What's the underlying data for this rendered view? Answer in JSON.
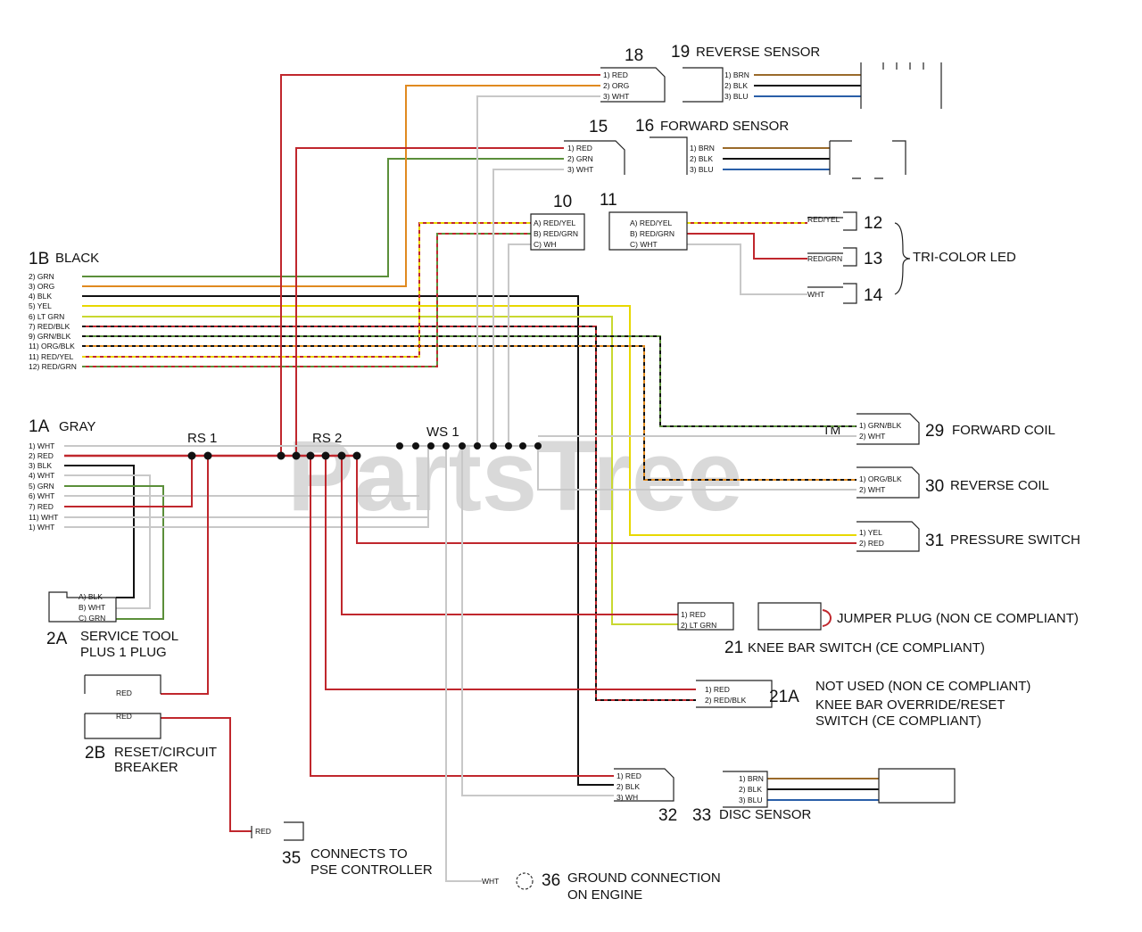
{
  "watermark": {
    "text": "PartsTree",
    "tm": "TM"
  },
  "colors": {
    "red": "#c0272d",
    "orange": "#e08a20",
    "green": "#5b8f3a",
    "black": "#111111",
    "yellow": "#e8d800",
    "white_wire": "#c8c8c8",
    "blue": "#2a5fa8",
    "brown": "#9a6a2a"
  },
  "splices": {
    "rs1": "RS 1",
    "rs2": "RS 2",
    "ws1": "WS 1"
  },
  "harness_1b": {
    "id": "1B",
    "name": "BLACK",
    "pins": [
      "2) GRN",
      "3) ORG",
      "4) BLK",
      "5) YEL",
      "6) LT GRN",
      "7) RED/BLK",
      "9) GRN/BLK",
      "11) ORG/BLK",
      "11) RED/YEL",
      "12) RED/GRN"
    ]
  },
  "harness_1a": {
    "id": "1A",
    "name": "GRAY",
    "pins": [
      "1) WHT",
      "2) RED",
      "3) BLK",
      "4) WHT",
      "5) GRN",
      "6) WHT",
      "7) RED",
      "11) WHT",
      "1) WHT"
    ]
  },
  "components": {
    "c18": {
      "num": "18",
      "pins": [
        "1) RED",
        "2) ORG",
        "3) WHT"
      ]
    },
    "c19": {
      "num": "19",
      "name": "REVERSE SENSOR",
      "pins": [
        "1) BRN",
        "2) BLK",
        "3) BLU"
      ]
    },
    "c15": {
      "num": "15",
      "pins": [
        "1) RED",
        "2) GRN",
        "3) WHT"
      ]
    },
    "c16": {
      "num": "16",
      "name": "FORWARD SENSOR",
      "pins": [
        "1) BRN",
        "2) BLK",
        "3) BLU"
      ]
    },
    "c10": {
      "num": "10",
      "pins": [
        "A) RED/YEL",
        "B) RED/GRN",
        "C) WH"
      ]
    },
    "c11": {
      "num": "11",
      "pins": [
        "A) RED/YEL",
        "B) RED/GRN",
        "C) WHT"
      ]
    },
    "c12": {
      "num": "12",
      "pin": "RED/YEL"
    },
    "c13": {
      "num": "13",
      "pin": "RED/GRN"
    },
    "c14": {
      "num": "14",
      "pin": "WHT"
    },
    "tri_color": "TRI-COLOR LED",
    "c29": {
      "num": "29",
      "name": "FORWARD COIL",
      "pins": [
        "1) GRN/BLK",
        "2) WHT"
      ]
    },
    "c30": {
      "num": "30",
      "name": "REVERSE COIL",
      "pins": [
        "1) ORG/BLK",
        "2) WHT"
      ]
    },
    "c31": {
      "num": "31",
      "name": "PRESSURE SWITCH",
      "pins": [
        "1) YEL",
        "2) RED"
      ]
    },
    "c21": {
      "num": "21",
      "name": "KNEE BAR SWITCH (CE COMPLIANT)",
      "pins": [
        "1) RED",
        "2) LT GRN"
      ]
    },
    "jumper": "JUMPER PLUG (NON CE COMPLIANT)",
    "c21a": {
      "num": "21A",
      "line1": "NOT USED (NON CE COMPLIANT)",
      "line2": "KNEE BAR OVERRIDE/RESET",
      "line3": "SWITCH (CE COMPLIANT)",
      "pins": [
        "1) RED",
        "2) RED/BLK"
      ]
    },
    "c2a": {
      "num": "2A",
      "line1": "SERVICE TOOL",
      "line2": "PLUS 1 PLUG",
      "pins": [
        "A) BLK",
        "B) WHT",
        "C) GRN"
      ]
    },
    "c2b": {
      "num": "2B",
      "line1": "RESET/CIRCUIT",
      "line2": "BREAKER",
      "pins": [
        "RED",
        "RED"
      ]
    },
    "c32": {
      "num": "32",
      "pins": [
        "1) RED",
        "2) BLK",
        "3) WH"
      ]
    },
    "c33": {
      "num": "33",
      "name": "DISC SENSOR",
      "pins": [
        "1) BRN",
        "2) BLK",
        "3) BLU"
      ]
    },
    "c35": {
      "num": "35",
      "line1": "CONNECTS TO",
      "line2": "PSE CONTROLLER",
      "pin": "RED"
    },
    "c36": {
      "num": "36",
      "line1": "GROUND CONNECTION",
      "line2": "ON ENGINE",
      "pin": "WHT"
    }
  }
}
